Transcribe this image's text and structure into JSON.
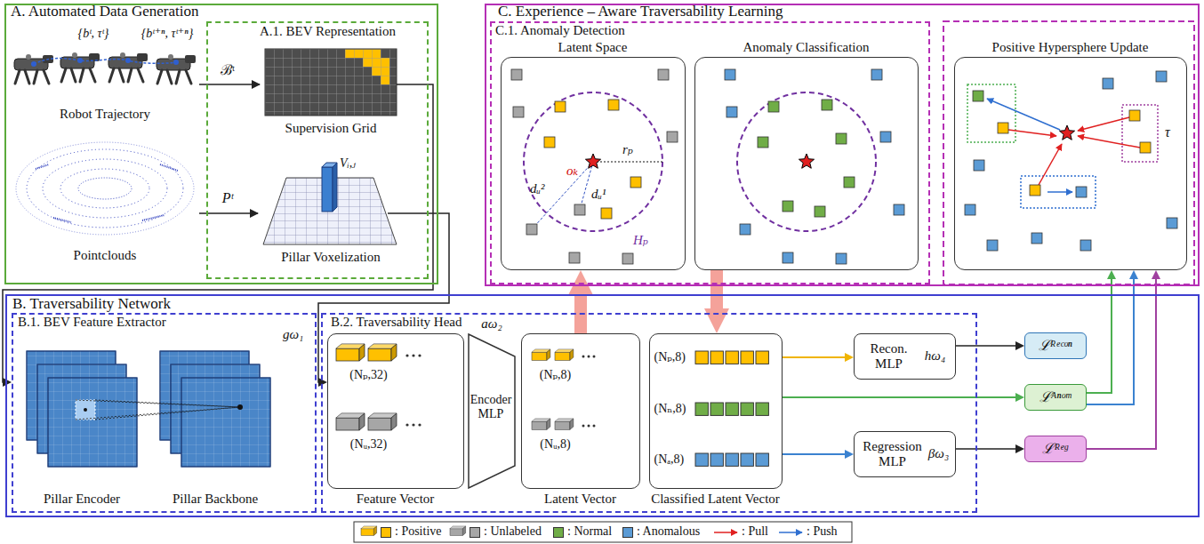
{
  "diagram": {
    "nodes": [
      {
        "text": [
          "A. Automated Data Generation"
        ]
      },
      {
        "text": [
          "A.1. BEV Representation"
        ],
        "in": 0
      },
      {
        "text": [
          "B. Traversability Network"
        ]
      },
      {
        "text": [
          "B.1. BEV Feature Extractor"
        ],
        "in": 2
      },
      {
        "text": [
          "B.2. Traversability Head"
        ],
        "in": 2
      },
      {
        "text": [
          "(Nₚ,32)",
          "(Nᵤ,32)",
          "Feature Vector"
        ],
        "in": 4
      },
      {
        "text": [
          "Encoder MLP"
        ],
        "in": 4
      },
      {
        "text": [
          "(Nₚ,8)",
          "(Nᵤ,8)",
          "Latent Vector"
        ],
        "in": 4
      },
      {
        "text": [
          "(Nₚ,8)",
          "(Nₙ,8)",
          "(Nₐ,8)",
          "Classified Latent Vector"
        ],
        "in": 4
      },
      {
        "text": [
          "Recon. MLP",
          "hω₄"
        ],
        "in": 4
      },
      {
        "text": [
          "Regression MLP",
          "βω₃"
        ],
        "in": 4
      },
      {
        "text": [
          "ℒᴿᵉᶜᵒⁿ"
        ],
        "in": 2
      },
      {
        "text": [
          "ℒᴬⁿᵒᵐ"
        ],
        "in": 2
      },
      {
        "text": [
          "ℒᴿᵉᵍ"
        ],
        "in": 2
      },
      {
        "text": [
          "C. Experience – Aware Traversability Learning"
        ]
      },
      {
        "text": [
          "C.1. Anomaly Detection"
        ],
        "in": 14
      },
      {
        "text": [
          "Latent Space"
        ],
        "in": 15
      },
      {
        "text": [
          "Anomaly Classification"
        ],
        "in": 15
      },
      {
        "text": [
          "Positive Hypersphere Update"
        ],
        "in": 14
      }
    ],
    "edges": [
      {
        "from": 1,
        "to": 3,
        "arrow": "to"
      },
      {
        "from": 1,
        "to": 5,
        "arrow": "to"
      },
      {
        "from": 7,
        "to": 16,
        "arrow": "to"
      },
      {
        "from": 17,
        "to": 8,
        "arrow": "to"
      },
      {
        "from": 8,
        "to": 9,
        "arrow": "to"
      },
      {
        "from": 8,
        "to": 12,
        "arrow": "to"
      },
      {
        "from": 8,
        "to": 10,
        "arrow": "to"
      },
      {
        "from": 9,
        "to": 11,
        "arrow": "to"
      },
      {
        "from": 10,
        "to": 13,
        "arrow": "to"
      },
      {
        "from": 12,
        "to": 18,
        "arrow": "to"
      },
      {
        "from": 12,
        "to": 18,
        "arrow": "to"
      },
      {
        "from": 13,
        "to": 18,
        "arrow": "to"
      }
    ],
    "labels": [
      "{bᵗ, τᵗ}",
      "{bᵗ⁺ⁿ, τᵗ⁺ⁿ}",
      "Robot Trajectory",
      "Pointclouds",
      "ℬᵗ",
      "Pᵗ",
      "Supervision Grid",
      "Vᵢ,ⱼ",
      "Pillar Voxelization",
      "gω₁",
      "Pillar Encoder",
      "Pillar Backbone",
      "aω₂",
      "oₖ",
      "rₚ",
      "dᵤ²",
      "dᵤ¹",
      "Hₚ",
      "τ"
    ],
    "legend": [
      {
        "text": ": Positive",
        "color": "#FFC000"
      },
      {
        "text": ": Unlabeled",
        "color": "#A6A6A6"
      },
      {
        "text": ": Normal",
        "color": "#70AD47"
      },
      {
        "text": ": Anomalous",
        "color": "#5B9BD5"
      },
      {
        "text": ": Pull"
      },
      {
        "text": ": Push"
      }
    ]
  }
}
